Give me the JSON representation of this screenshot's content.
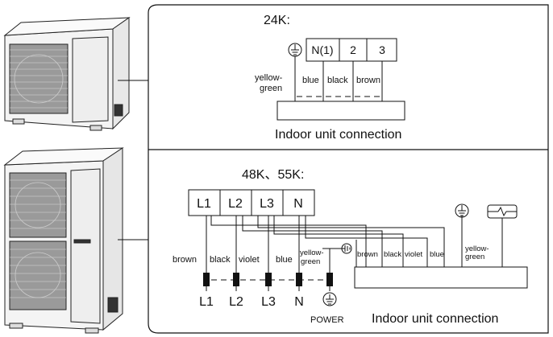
{
  "top_panel": {
    "title": "24K:",
    "terminals": [
      "N(1)",
      "2",
      "3"
    ],
    "wire_labels": [
      "yellow-",
      "green",
      "blue",
      "black",
      "brown"
    ],
    "caption": "Indoor unit connection"
  },
  "bottom_panel": {
    "title": "48K、55K:",
    "terminals": [
      "L1",
      "L2",
      "L3",
      "N"
    ],
    "power_wire_labels": [
      "brown",
      "black",
      "violet",
      "blue",
      "yellow-",
      "green"
    ],
    "power_terminals": [
      "L1",
      "L2",
      "L3",
      "N"
    ],
    "power_label": "POWER",
    "indoor_wire_labels": [
      "brown",
      "black",
      "violet",
      "blue",
      "yellow-",
      "green"
    ],
    "caption": "Indoor unit connection"
  }
}
